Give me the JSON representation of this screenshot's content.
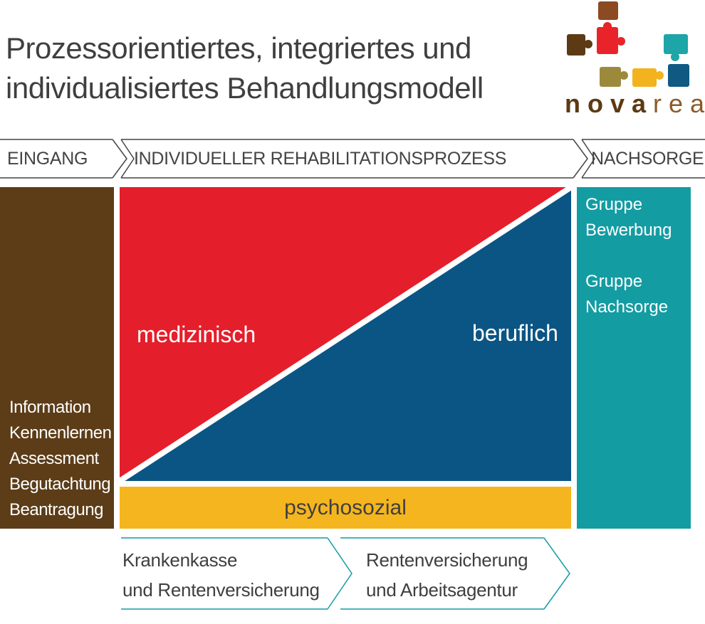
{
  "title": {
    "line1": "Prozessorientiertes, integriertes und",
    "line2": "individualisiertes Behandlungsmodell"
  },
  "logo": {
    "word_part1": "nova",
    "word_part2": "rea",
    "colors": [
      "#8b4a22",
      "#e8242a",
      "#5c3a14",
      "#1ea5a8",
      "#9c8a3c",
      "#f2b31f",
      "#0e5a83"
    ]
  },
  "phases": {
    "eingang": "EINGANG",
    "prozess": "INDIVIDUELLER REHABILITATIONSPROZESS",
    "nachsorge": "NACHSORGE"
  },
  "eingang_items": [
    "Information",
    "Kennenlernen",
    "Assessment",
    "Begutachtung",
    "Beantragung"
  ],
  "prozess": {
    "medizinisch": "medizinisch",
    "beruflich": "beruflich",
    "psychosozial": "psychosozial"
  },
  "nachsorge_items": {
    "group1_line1": "Gruppe",
    "group1_line2": "Bewerbung",
    "group2_line1": "Gruppe",
    "group2_line2": "Nachsorge"
  },
  "funding": {
    "left_line1": "Krankenkasse",
    "left_line2": "und Rentenversicherung",
    "right_line1": "Rentenversicherung",
    "right_line2": "und Arbeitsagentur"
  },
  "colors": {
    "eingang": "#5c3d18",
    "medizinisch": "#e41f2b",
    "beruflich": "#0b5584",
    "psychosozial": "#f5b51e",
    "nachsorge": "#149ca3"
  }
}
